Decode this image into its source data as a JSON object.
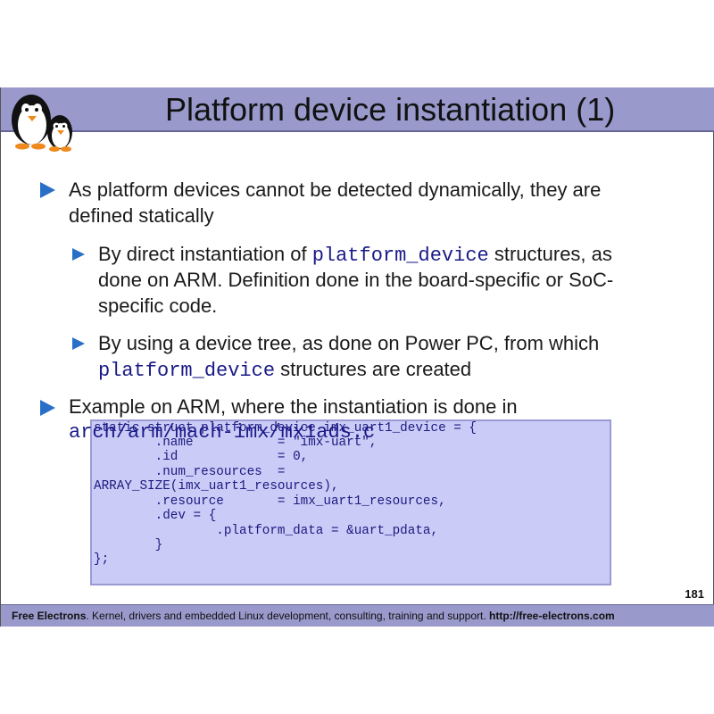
{
  "title": "Platform device instantiation (1)",
  "bullets": {
    "b1_line1": "As platform devices cannot be detected dynamically, they are",
    "b1_line2": "defined statically",
    "b2_pre": "By direct instantiation of ",
    "b2_code": "platform_device",
    "b2_post": " structures, as",
    "b2_line2": "done on ARM. Definition done in the board-specific or SoC-",
    "b2_line3": "specific code.",
    "b3_line1": "By using a device tree, as done on Power PC, from which",
    "b3_code": "platform_device",
    "b3_post": " structures are created",
    "b4_line1": "Example on ARM, where the instantiation is done in",
    "b4_code": "arch/arm/mach-imx/mx1ads.c"
  },
  "code": [
    "static struct platform_device imx_uart1_device = {",
    "        .name           = \"imx-uart\",",
    "        .id             = 0,",
    "        .num_resources  =",
    "ARRAY_SIZE(imx_uart1_resources),",
    "        .resource       = imx_uart1_resources,",
    "        .dev = {",
    "                .platform_data = &uart_pdata,",
    "        }",
    "};"
  ],
  "page_number": "181",
  "footer": {
    "brand": "Free Electrons",
    "text": ". Kernel, drivers and embedded Linux development, consulting, training and support. ",
    "url": "http://free-electrons.com"
  },
  "colors": {
    "bar": "#9999cc",
    "bullet": "#2a6fc7",
    "code_bg": "#cbcbf7"
  },
  "icons": {
    "logo": "penguin-logo-icon",
    "bullet": "triangle-bullet-icon"
  }
}
